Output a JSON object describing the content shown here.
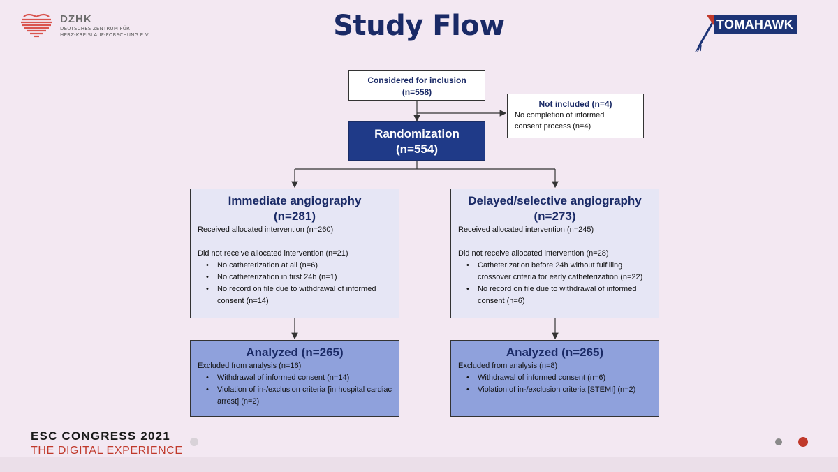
{
  "header": {
    "title": "Study Flow",
    "dzhk_name": "DZHK",
    "dzhk_sub_1": "DEUTSCHES ZENTRUM FÜR",
    "dzhk_sub_2": "HERZ-KREISLAUF-FORSCHUNG E.V.",
    "tomahawk_label": "TOMAHAWK"
  },
  "flow": {
    "considered": {
      "line1": "Considered for inclusion",
      "line2": "(n=558)"
    },
    "not_included": {
      "title": "Not included (n=4)",
      "line1": "No completion of informed",
      "line2": "consent process (n=4)"
    },
    "randomization": {
      "line1": "Randomization",
      "line2": "(n=554)"
    },
    "immediate": {
      "title": "Immediate angiography",
      "count": "(n=281)",
      "received": "Received allocated intervention (n=260)",
      "not_received": "Did not receive allocated intervention (n=21)",
      "bullets": [
        "No catheterization at all (n=6)",
        "No catheterization in first 24h (n=1)",
        "No record on file due to withdrawal of informed consent (n=14)"
      ]
    },
    "delayed": {
      "title": "Delayed/selective angiography",
      "count": "(n=273)",
      "received": "Received allocated intervention (n=245)",
      "not_received": "Did not receive allocated intervention (n=28)",
      "bullets": [
        "Catheterization before 24h without fulfilling crossover criteria for early catheterization (n=22)",
        "No record on file due to withdrawal of informed consent (n=6)"
      ]
    },
    "analyzed_left": {
      "title": "Analyzed (n=265)",
      "excluded": "Excluded from analysis (n=16)",
      "bullets": [
        "Withdrawal of informed consent (n=14)",
        "Violation of in-/exclusion criteria [in hospital cardiac arrest] (n=2)"
      ]
    },
    "analyzed_right": {
      "title": "Analyzed (n=265)",
      "excluded": "Excluded from analysis (n=8)",
      "bullets": [
        "Withdrawal of informed consent (n=6)",
        "Violation of in-/exclusion criteria [STEMI] (n=2)"
      ]
    }
  },
  "footer": {
    "esc_line1": "ESC CONGRESS 2021",
    "esc_line2": "THE DIGITAL EXPERIENCE"
  },
  "colors": {
    "navy": "#1f3a88",
    "title": "#1a2a66",
    "light_box": "#e6e6f5",
    "analyzed_box": "#8fa1dc",
    "esc_red": "#c0392b"
  }
}
